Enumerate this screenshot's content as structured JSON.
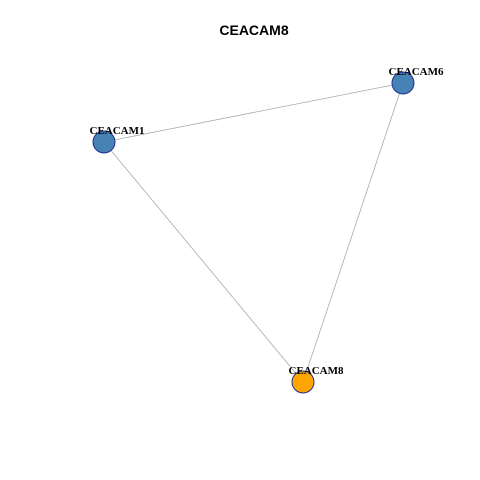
{
  "title": "CEACAM8",
  "colors": {
    "query_node": "#FFA500",
    "neighbor_node": "#4682B4",
    "node_border": "#1F2F8F",
    "edge": "#AAAAAA"
  },
  "nodes": [
    {
      "id": "CEACAM6",
      "label": "CEACAM6",
      "role": "neighbor"
    },
    {
      "id": "CEACAM1",
      "label": "CEACAM1",
      "role": "neighbor"
    },
    {
      "id": "CEACAM8",
      "label": "CEACAM8",
      "role": "query"
    }
  ],
  "edges": [
    {
      "source": "CEACAM1",
      "target": "CEACAM6"
    },
    {
      "source": "CEACAM1",
      "target": "CEACAM8"
    },
    {
      "source": "CEACAM6",
      "target": "CEACAM8"
    }
  ]
}
